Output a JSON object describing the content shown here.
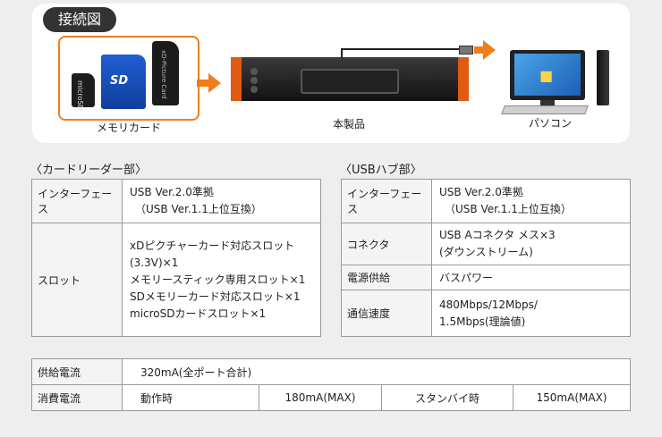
{
  "diagram": {
    "badge": "接続図",
    "card_caption": "メモリカード",
    "device_caption": "本製品",
    "pc_caption": "パソコン",
    "card_texts": {
      "microsd": "microSD",
      "sd": "SD",
      "xd": "xD-Picture Card"
    }
  },
  "card_reader": {
    "title": "〈カードリーダー部〉",
    "rows": [
      {
        "label": "インターフェース",
        "lines": [
          "USB Ver.2.0準拠",
          "（USB Ver.1.1上位互換）"
        ]
      },
      {
        "label": "スロット",
        "lines": [
          "xDピクチャーカード対応スロット",
          "(3.3V)×1",
          "メモリースティック専用スロット×1",
          "SDメモリーカード対応スロット×1",
          "microSDカードスロット×1"
        ]
      }
    ]
  },
  "usb_hub": {
    "title": "〈USBハブ部〉",
    "rows": [
      {
        "label": "インターフェース",
        "lines": [
          "USB Ver.2.0準拠",
          "（USB Ver.1.1上位互換）"
        ]
      },
      {
        "label": "コネクタ",
        "lines": [
          "USB Aコネクタ メス×3",
          "(ダウンストリーム)"
        ]
      },
      {
        "label": "電源供給",
        "lines": [
          "バスパワー"
        ]
      },
      {
        "label": "通信速度",
        "lines": [
          "480Mbps/12Mbps/",
          "1.5Mbps(理論値)"
        ]
      }
    ]
  },
  "power": {
    "supply_label": "供給電流",
    "supply_value": "320mA(全ポート合計)",
    "consumption_label": "消費電流",
    "active_label": "動作時",
    "active_value": "180mA(MAX)",
    "standby_label": "スタンバイ時",
    "standby_value": "150mA(MAX)"
  },
  "colors": {
    "accent": "#ef7d1c",
    "badge": "#333333",
    "border": "#9a9a9a"
  }
}
